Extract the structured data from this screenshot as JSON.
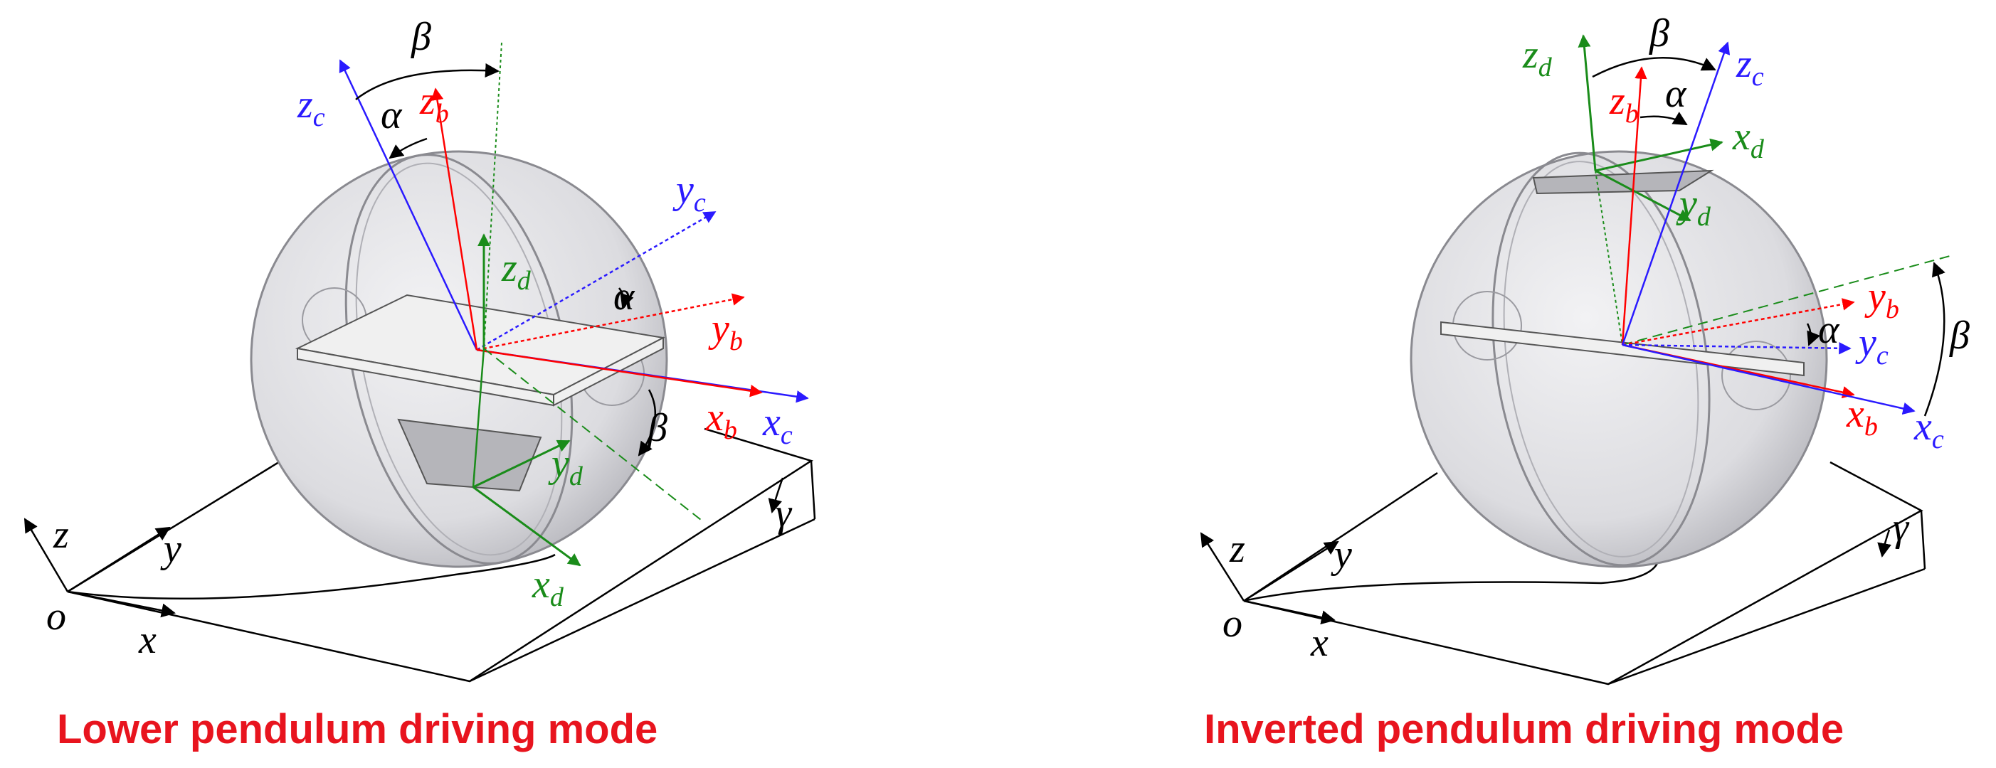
{
  "colors": {
    "body_frame": "#ff0000",
    "contact_frame": "#2a1aff",
    "pendulum_frame": "#1a8c1a",
    "base_frame": "#000000",
    "caption": "#e8141e"
  },
  "diagrams": [
    {
      "caption": "Lower pendulum driving mode",
      "axis_labels": {
        "zc": "z",
        "zc_sub": "c",
        "zb": "z",
        "zb_sub": "b",
        "zd": "z",
        "zd_sub": "d",
        "yc": "y",
        "yc_sub": "c",
        "yb": "y",
        "yb_sub": "b",
        "yd": "y",
        "yd_sub": "d",
        "xb": "x",
        "xb_sub": "b",
        "xc": "x",
        "xc_sub": "c",
        "xd": "x",
        "xd_sub": "d"
      },
      "angles": {
        "alpha_top": "α",
        "beta_top": "β",
        "alpha_side": "α",
        "beta_side": "β",
        "gamma": "γ"
      },
      "world": {
        "z": "z",
        "y": "y",
        "x": "x",
        "o": "o"
      }
    },
    {
      "caption": "Inverted pendulum driving mode",
      "axis_labels": {
        "zd": "z",
        "zd_sub": "d",
        "zb": "z",
        "zb_sub": "b",
        "zc": "z",
        "zc_sub": "c",
        "xd": "x",
        "xd_sub": "d",
        "yd": "y",
        "yd_sub": "d",
        "yb": "y",
        "yb_sub": "b",
        "yc": "y",
        "yc_sub": "c",
        "xb": "x",
        "xb_sub": "b",
        "xc": "x",
        "xc_sub": "c"
      },
      "angles": {
        "beta_top": "β",
        "alpha_top": "α",
        "alpha_side": "α",
        "beta_side": "β",
        "gamma": "γ"
      },
      "world": {
        "z": "z",
        "y": "y",
        "x": "x",
        "o": "o"
      }
    }
  ]
}
